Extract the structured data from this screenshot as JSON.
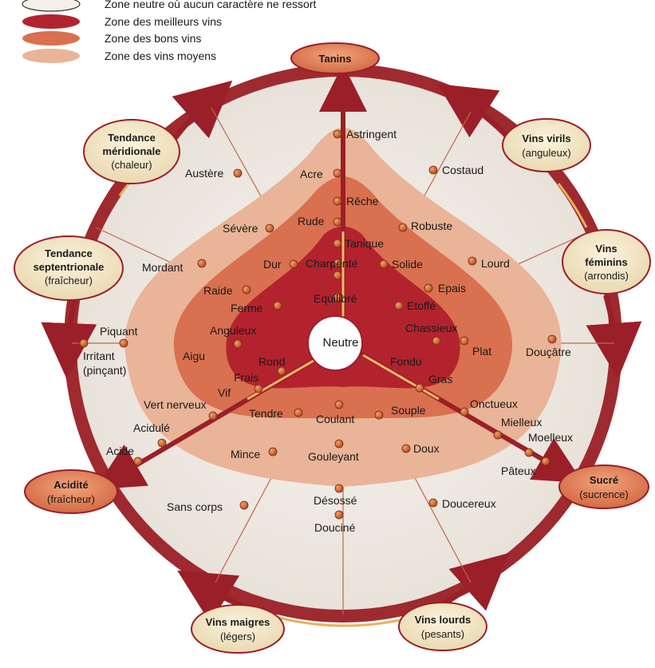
{
  "legend": [
    {
      "label": "Zone neutre où aucun caractère ne ressort",
      "color": "#f4efe8"
    },
    {
      "label": "Zone des meilleurs vins",
      "color": "#b3232e"
    },
    {
      "label": "Zone des bons vins",
      "color": "#d9704f"
    },
    {
      "label": "Zone des vins moyens",
      "color": "#e9b497"
    }
  ],
  "center": "Neutre",
  "badges": {
    "tanins": {
      "line1": "Tanins"
    },
    "meridionale": {
      "line1": "Tendance",
      "line2": "méridionale",
      "line3": "(chaleur)"
    },
    "virils": {
      "line1": "Vins virils",
      "line2": "(anguleux)"
    },
    "septentrionale": {
      "line1": "Tendance",
      "line2": "septentrionale",
      "line3": "(fraîcheur)"
    },
    "feminins": {
      "line1": "Vins",
      "line2": "féminins",
      "line3": "(arrondis)"
    },
    "acidite": {
      "line1": "Acidité",
      "line2": "(fraîcheur)"
    },
    "sucre": {
      "line1": "Sucré",
      "line2": "(sucrence)"
    },
    "maigres": {
      "line1": "Vins maigres",
      "line2": "(légers)"
    },
    "lourds": {
      "line1": "Vins lourds",
      "line2": "(pesants)"
    }
  },
  "terms": {
    "astringent": "Astringent",
    "acre": "Acre",
    "reche": "Rêche",
    "rude": "Rude",
    "tanique": "Tanique",
    "charpente": "Charpenté",
    "equilibre": "Equilibré",
    "austere": "Austère",
    "costaud": "Costaud",
    "severe": "Sévère",
    "robuste": "Robuste",
    "dur": "Dur",
    "solide": "Solide",
    "mordant": "Mordant",
    "lourd": "Lourd",
    "raide": "Raide",
    "epais": "Epais",
    "ferme": "Ferme",
    "etoffe": "Etoffé",
    "piquant": "Piquant",
    "anguleux": "Anguleux",
    "chassieux": "Chassieux",
    "irritant": "Irritant",
    "pincant": "(pinçant)",
    "aigu": "Aigu",
    "plat": "Plat",
    "doucatre": "Douçâtre",
    "rond": "Rond",
    "fondu": "Fondu",
    "frais": "Frais",
    "gras": "Gras",
    "vif": "Vif",
    "vert_nerveux": "Vert nerveux",
    "onctueux": "Onctueux",
    "tendre": "Tendre",
    "coulant": "Coulant",
    "souple": "Souple",
    "acidule": "Acidulé",
    "mielleux": "Mielleux",
    "moelleux": "Moelleux",
    "acide": "Acide",
    "mince": "Mince",
    "gouleyant": "Gouleyant",
    "doux": "Doux",
    "pateux": "Pâteux",
    "sans_corps": "Sans corps",
    "desosse": "Désossé",
    "doucereux": "Doucereux",
    "doucine": "Douciné"
  }
}
